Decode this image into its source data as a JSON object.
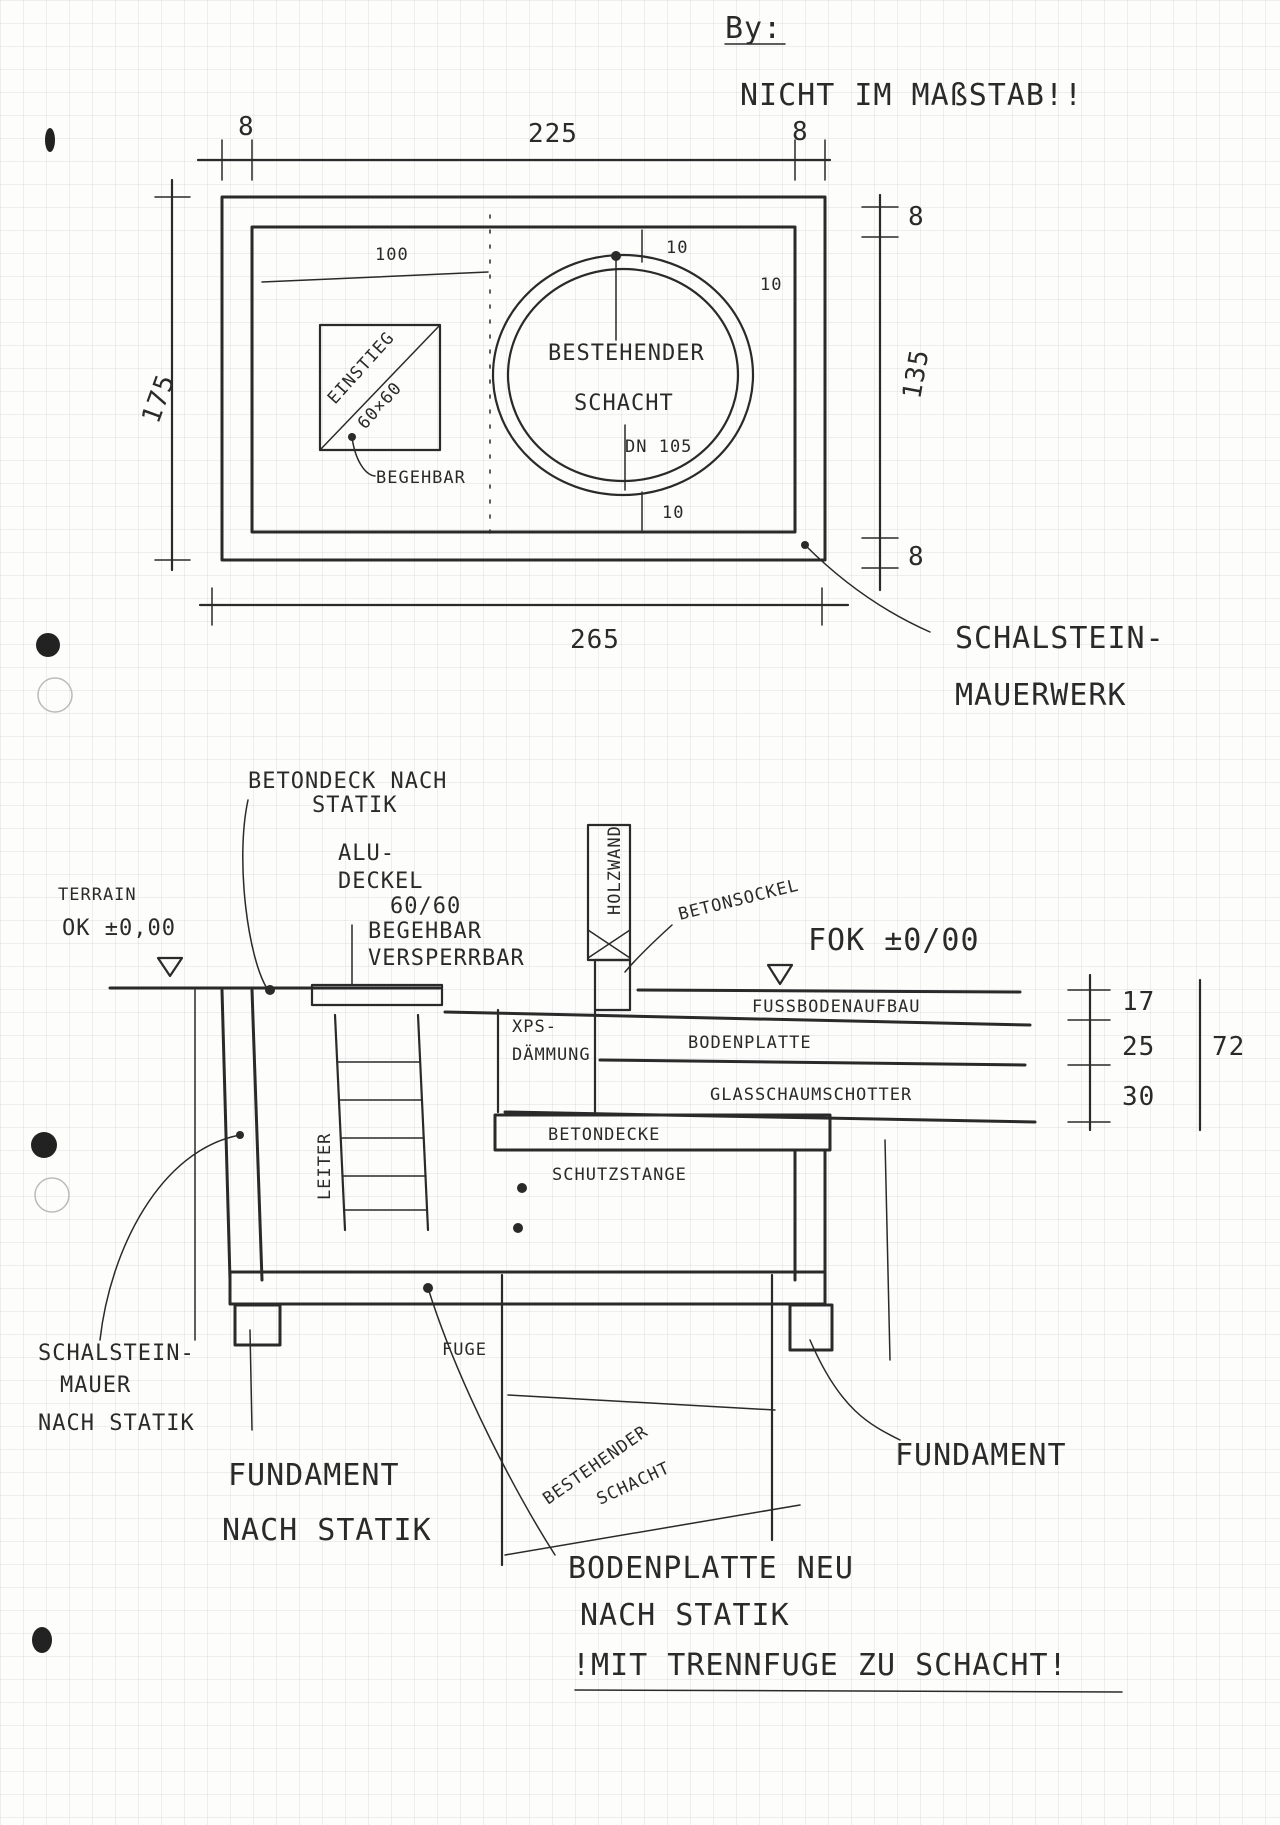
{
  "header": {
    "by": "By:",
    "scale_note": "NICHT IM MAßSTAB!!"
  },
  "plan": {
    "dim_top_left": "8",
    "dim_top_width": "225",
    "dim_top_right": "8",
    "dim_left_height": "175",
    "dim_right_top": "8",
    "dim_right_height": "135",
    "dim_right_bottom": "8",
    "dim_bottom_width": "265",
    "dim_inner_offset": "100",
    "dim_shaft_top": "10",
    "dim_shaft_right": "10",
    "dim_shaft_bottom": "10",
    "hatch_label_1": "EINSTIEG",
    "hatch_label_2": "60×60",
    "hatch_walkable": "BEGEHBAR",
    "shaft_label_1": "BESTEHENDER",
    "shaft_label_2": "SCHACHT",
    "shaft_dn": "DN 105",
    "masonry_1": "SCHALSTEIN-",
    "masonry_2": "MAUERWERK"
  },
  "section": {
    "concrete_cover_1": "BETONDECK NACH",
    "concrete_cover_2": "STATIK",
    "alu_1": "ALU-",
    "alu_2": "DECKEL",
    "alu_3": "60/60",
    "alu_4": "BEGEHBAR",
    "alu_5": "VERSPERRBAR",
    "terrain_1": "TERRAIN",
    "terrain_2": "OK ±0,00",
    "holzwand": "HOLZWAND",
    "betonsockel": "BETONSOCKEL",
    "fok": "FOK ±0/00",
    "layer_floor_build": "FUSSBODENAUFBAU",
    "layer_slab": "BODENPLATTE",
    "layer_foam_glass": "GLASSCHAUMSCHOTTER",
    "xps_1": "XPS-",
    "xps_2": "DÄMMUNG",
    "dim_17": "17",
    "dim_25": "25",
    "dim_30": "30",
    "dim_72": "72",
    "betondecke": "BETONDECKE",
    "leiter": "LEITER",
    "schutzstange": "SCHUTZSTANGE",
    "fuge": "FUGE",
    "existing_shaft_1": "BESTEHENDER",
    "existing_shaft_2": "SCHACHT",
    "wall_1": "SCHALSTEIN-",
    "wall_2": "MAUER",
    "wall_3": "NACH STATIK",
    "foundation_left_1": "FUNDAMENT",
    "foundation_left_2": "NACH STATIK",
    "foundation_right": "FUNDAMENT",
    "slab_new_1": "BODENPLATTE NEU",
    "slab_new_2": "NACH STATIK",
    "slab_new_3": "!MIT TRENNFUGE ZU SCHACHT!"
  }
}
